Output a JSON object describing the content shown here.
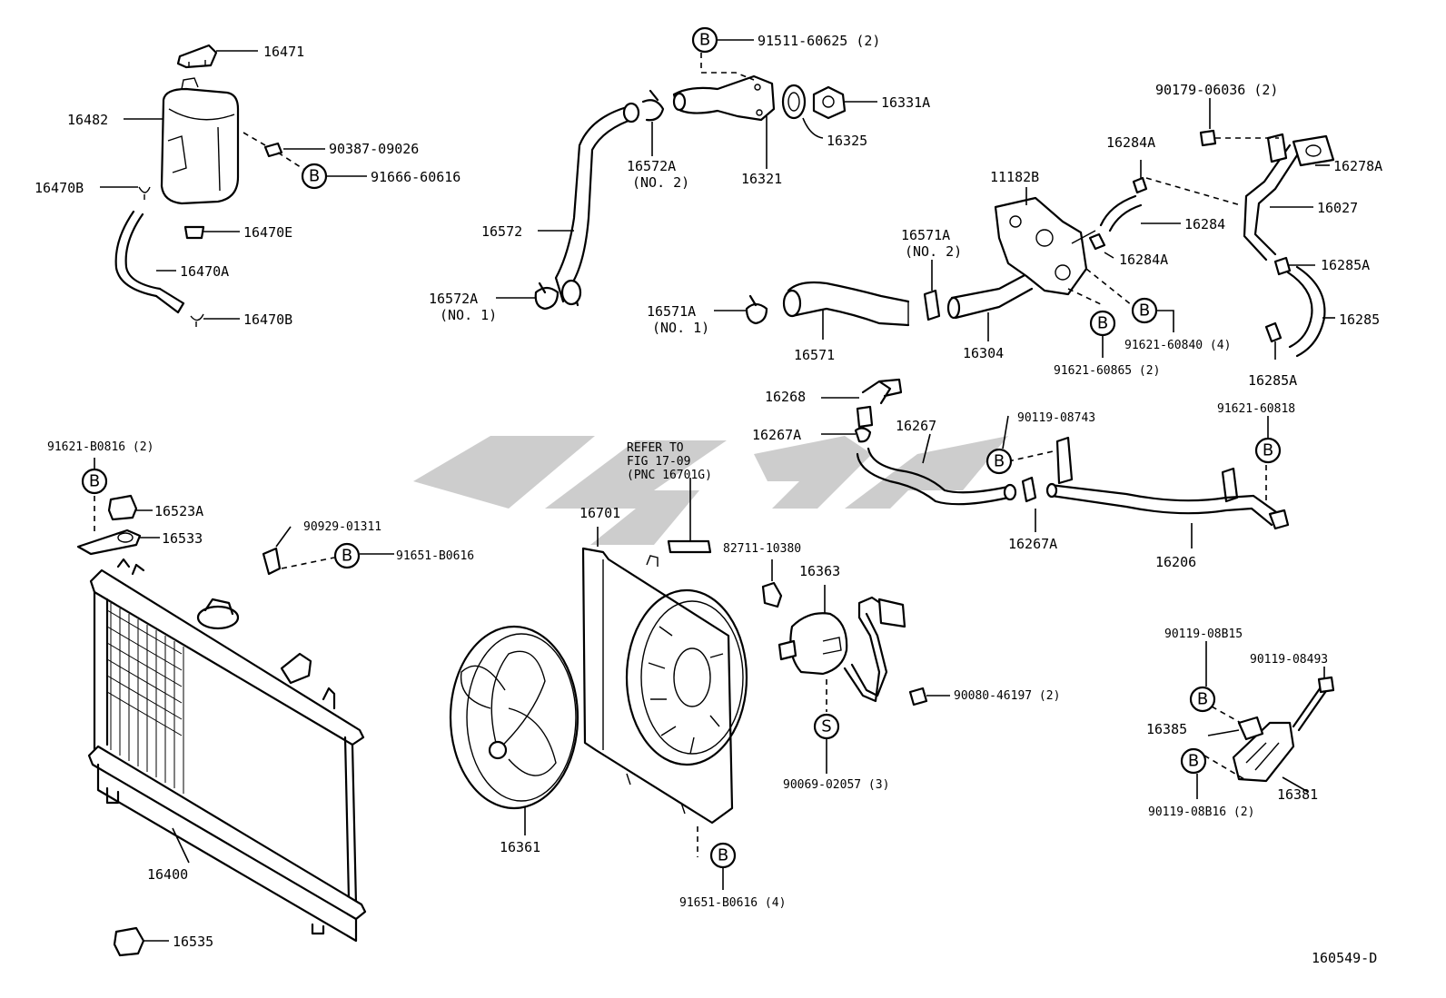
{
  "diagram_id": "160549-D",
  "refer_note": [
    "REFER TO",
    "FIG 17-09",
    "(PNC 16701G)"
  ],
  "badges": {
    "b": "B",
    "s": "S"
  },
  "labels": {
    "p16471": "16471",
    "p16482": "16482",
    "p90387": "90387-09026",
    "p91666": "91666-60616",
    "p16470B_a": "16470B",
    "p16470E": "16470E",
    "p16470A": "16470A",
    "p16470B_b": "16470B",
    "p91511": "91511-60625 (2)",
    "p16331A": "16331A",
    "p16325": "16325",
    "p16572A2": "16572A",
    "p16572A2n": "(NO. 2)",
    "p16321": "16321",
    "p16572": "16572",
    "p16572A1": "16572A",
    "p16572A1n": "(NO. 1)",
    "p90179": "90179-06036 (2)",
    "p16284A_a": "16284A",
    "p16278A": "16278A",
    "p11182B": "11182B",
    "p16027": "16027",
    "p16284": "16284",
    "p16571A2": "16571A",
    "p16571A2n": "(NO. 2)",
    "p16284A_b": "16284A",
    "p16285A_a": "16285A",
    "p16571A1": "16571A",
    "p16571A1n": "(NO. 1)",
    "p91621_60840": "91621-60840 (4)",
    "p16285": "16285",
    "p16571": "16571",
    "p16304": "16304",
    "p91621_60865": "91621-60865 (2)",
    "p16285A_b": "16285A",
    "p16268": "16268",
    "p91621_60818": "91621-60818",
    "p90119_08743": "90119-08743",
    "p16267A_a": "16267A",
    "p16267": "16267",
    "p91621_B0816": "91621-B0816 (2)",
    "p16523A": "16523A",
    "p16533": "16533",
    "p90929": "90929-01311",
    "p91651_a": "91651-B0616",
    "p16701": "16701",
    "p16267A_b": "16267A",
    "p16206": "16206",
    "p82711": "82711-10380",
    "p16363": "16363",
    "p90119_08B15": "90119-08B15",
    "p90119_08493": "90119-08493",
    "p90080": "90080-46197 (2)",
    "p16385": "16385",
    "p90069": "90069-02057 (3)",
    "p16381": "16381",
    "p90119_08B16": "90119-08B16 (2)",
    "p16361": "16361",
    "p91651_b": "91651-B0616 (4)",
    "p16400": "16400",
    "p16535": "16535"
  }
}
